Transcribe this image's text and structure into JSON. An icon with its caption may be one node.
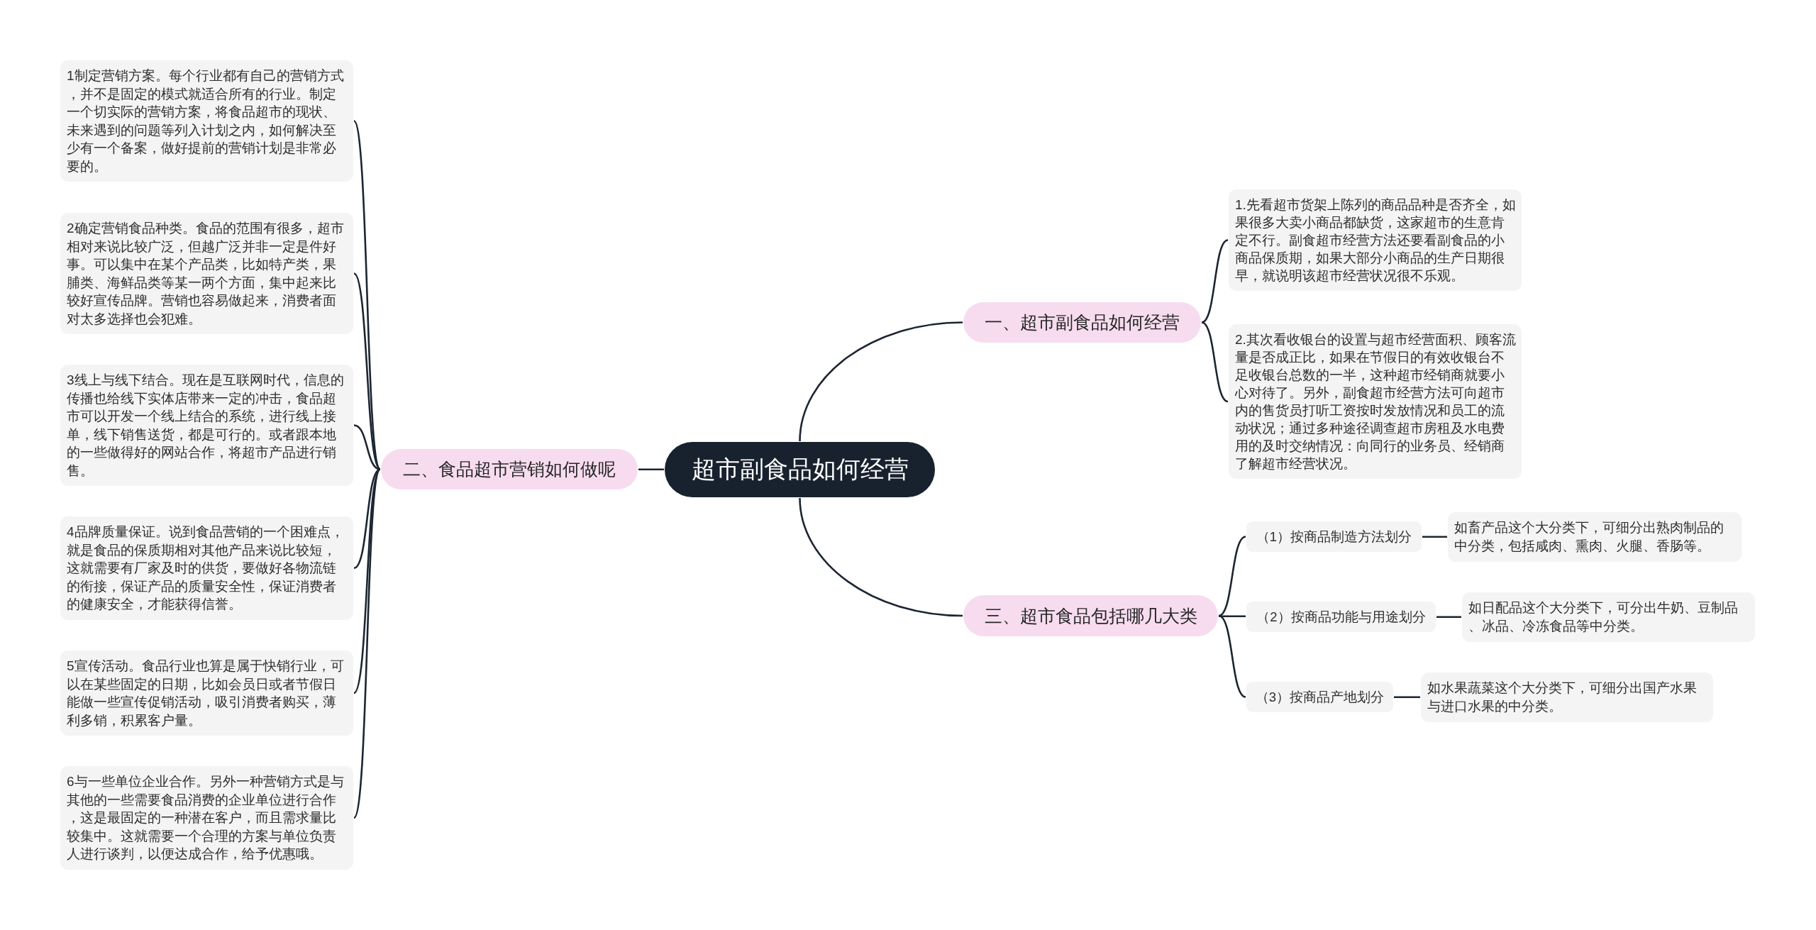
{
  "diagram": {
    "nodes": [
      {
        "text": [
          "超市副食品如何经营"
        ]
      },
      {
        "text": [
          "一、超市副食品如何经营"
        ]
      },
      {
        "text": [
          "1.先看超市货架上陈列的商品品种是否齐全，如果很多大卖小商品都缺货，这家超市的生意肯定不行。副食超市经营方法还要看副食品的小商品保质期，如果大部分小商品的生产日期很早，就说明该超市经营状况很不乐观。"
        ]
      },
      {
        "text": [
          "2.其次看收银台的设置与超市经营面积、顾客流量是否成正比，如果在节假日的有效收银台不足收银台总数的一半，这种超市经销商就要小心对待了。另外，副食超市经营方法可向超市内的售货员打听工资按时发放情况和员工的流动状况；通过多种途径调查超市房租及水电费用的及时交纳情况：向同行的业务员、经销商了解超市经营状况。"
        ]
      },
      {
        "text": [
          "二、食品超市营销如何做呢"
        ]
      },
      {
        "text": [
          "1制定营销方案。每个行业都有自己的营销方式，并不是固定的模式就适合所有的行业。制定一个切实际的营销方案，将食品超市的现状、未来遇到的问题等列入计划之内，如何解决至少有一个备案，做好提前的营销计划是非常必要的。"
        ]
      },
      {
        "text": [
          "2确定营销食品种类。食品的范围有很多，超市相对来说比较广泛，但越广泛并非一定是件好事。可以集中在某个产品类，比如特产类，果脯类、海鲜品类等某一两个方面，集中起来比较好宣传品牌。营销也容易做起来，消费者面对太多选择也会犯难。"
        ]
      },
      {
        "text": [
          "3线上与线下结合。现在是互联网时代，信息的传播也给线下实体店带来一定的冲击，食品超市可以开发一个线上结合的系统，进行线上接单，线下销售送货，都是可行的。或者跟本地的一些做得好的网站合作，将超市产品进行销售。"
        ]
      },
      {
        "text": [
          "4品牌质量保证。说到食品营销的一个困难点，就是食品的保质期相对其他产品来说比较短，这就需要有厂家及时的供货，要做好各物流链的衔接，保证产品的质量安全性，保证消费者的健康安全，才能获得信誉。"
        ]
      },
      {
        "text": [
          "5宣传活动。食品行业也算是属于快销行业，可以在某些固定的日期，比如会员日或者节假日能做一些宣传促销活动，吸引消费者购买，薄利多销，积累客户量。"
        ]
      },
      {
        "text": [
          "6与一些单位企业合作。另外一种营销方式是与其他的一些需要食品消费的企业单位进行合作，这是最固定的一种潜在客户，而且需求量比较集中。这就需要一个合理的方案与单位负责人进行谈判，以便达成合作，给予优惠哦。"
        ]
      },
      {
        "text": [
          "三、超市食品包括哪几大类"
        ]
      },
      {
        "text": [
          "（1）按商品制造方法划分"
        ]
      },
      {
        "text": [
          "如畜产品这个大分类下，可细分出熟肉制品的中分类，包括咸肉、熏肉、火腿、香肠等。"
        ]
      },
      {
        "text": [
          "（2）按商品功能与用途划分"
        ]
      },
      {
        "text": [
          "如日配品这个大分类下，可分出牛奶、豆制品、冰品、冷冻食品等中分类。"
        ]
      },
      {
        "text": [
          "（3）按商品产地划分"
        ]
      },
      {
        "text": [
          "如水果蔬菜这个大分类下，可细分出国产水果与进口水果的中分类。"
        ]
      }
    ],
    "edges": [
      {
        "from": 0,
        "to": 1,
        "arrow": "none"
      },
      {
        "from": 1,
        "to": 2,
        "arrow": "none"
      },
      {
        "from": 1,
        "to": 3,
        "arrow": "none"
      },
      {
        "from": 0,
        "to": 4,
        "arrow": "none"
      },
      {
        "from": 4,
        "to": 5,
        "arrow": "none"
      },
      {
        "from": 4,
        "to": 6,
        "arrow": "none"
      },
      {
        "from": 4,
        "to": 7,
        "arrow": "none"
      },
      {
        "from": 4,
        "to": 8,
        "arrow": "none"
      },
      {
        "from": 4,
        "to": 9,
        "arrow": "none"
      },
      {
        "from": 4,
        "to": 10,
        "arrow": "none"
      },
      {
        "from": 0,
        "to": 11,
        "arrow": "none"
      },
      {
        "from": 11,
        "to": 12,
        "arrow": "none"
      },
      {
        "from": 12,
        "to": 13,
        "arrow": "none"
      },
      {
        "from": 11,
        "to": 14,
        "arrow": "none"
      },
      {
        "from": 14,
        "to": 15,
        "arrow": "none"
      },
      {
        "from": 11,
        "to": 16,
        "arrow": "none"
      },
      {
        "from": 16,
        "to": 17,
        "arrow": "none"
      }
    ]
  }
}
